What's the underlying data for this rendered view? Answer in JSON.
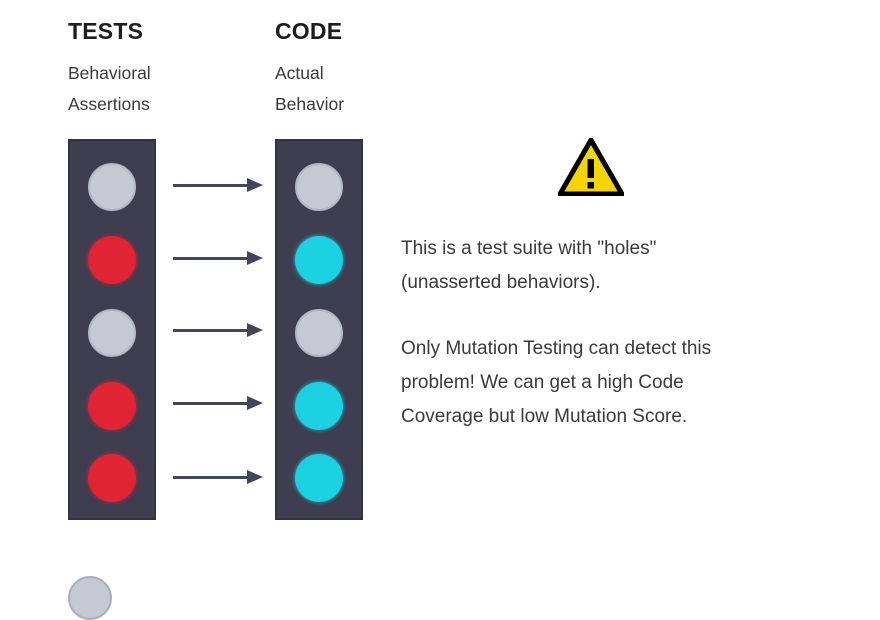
{
  "background_color": "#ffffff",
  "columns": [
    {
      "id": "tests",
      "title": "TESTS",
      "subtitle": "Behavioral\nAssertions",
      "bar_color": "#3e3e50",
      "dots": [
        {
          "state": "unasserted",
          "color": "#c6c8d4"
        },
        {
          "state": "asserted",
          "color": "#e02434"
        },
        {
          "state": "unasserted",
          "color": "#c6c8d4"
        },
        {
          "state": "asserted",
          "color": "#e02434"
        },
        {
          "state": "asserted",
          "color": "#e02434"
        }
      ]
    },
    {
      "id": "code",
      "title": "CODE",
      "subtitle": "Actual\nBehavior",
      "bar_color": "#3e3e50",
      "dots": [
        {
          "state": "uncovered",
          "color": "#c6c8d4"
        },
        {
          "state": "covered",
          "color": "#1ad2e2"
        },
        {
          "state": "uncovered",
          "color": "#c6c8d4"
        },
        {
          "state": "covered",
          "color": "#1ad2e2"
        },
        {
          "state": "covered",
          "color": "#1ad2e2"
        }
      ]
    }
  ],
  "arrows": {
    "count": 5,
    "color": "#45455a",
    "direction": "right"
  },
  "warning": {
    "icon": "warning-triangle-icon",
    "fill": "#f5d400",
    "stroke": "#000000"
  },
  "notes": {
    "paragraph_1": "This is a test suite with \"holes\"\n(unasserted behaviors).",
    "paragraph_2": "Only Mutation Testing can detect this\nproblem! We can get a high Code\nCoverage but low Mutation Score."
  },
  "legend": {
    "dot_color": "#c6c8d4",
    "text": ""
  }
}
